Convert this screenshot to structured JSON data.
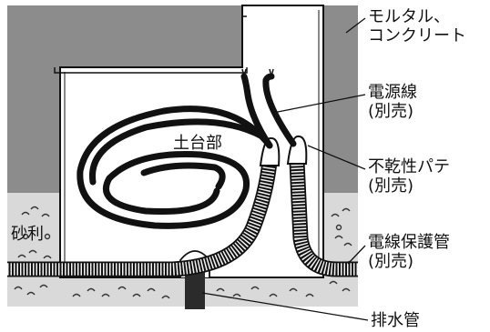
{
  "labels": {
    "mortar": [
      "モルタル、",
      "コンクリート"
    ],
    "power_cable": [
      "電源線",
      "(別売)"
    ],
    "putty": [
      "不乾性パテ",
      "(別売)"
    ],
    "conduit": [
      "電線保護管",
      "(別売)"
    ],
    "drain_pipe": "排水管",
    "base": "土台部",
    "gravel": "砂利"
  },
  "colors": {
    "mortar_fill": "#8c8c8c",
    "gravel_fill": "#d9d9d9",
    "box_fill": "#ffffff",
    "line": "#111111",
    "drain_pipe": "#2b2b2b"
  }
}
